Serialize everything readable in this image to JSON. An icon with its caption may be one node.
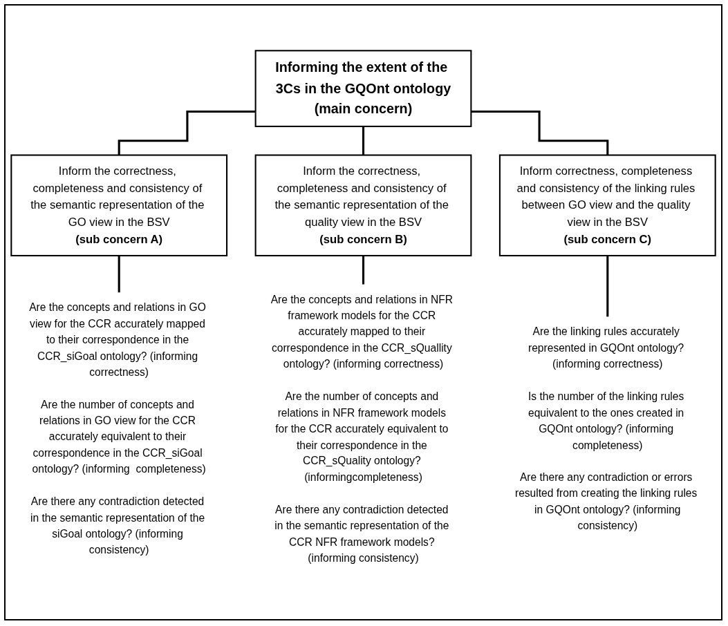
{
  "diagram": {
    "nodes": [
      {
        "text": [
          "Informing the extent of the 3Cs in the GQOnt ontology",
          "(main concern)"
        ]
      },
      {
        "text": [
          "Inform the correctness, completeness and consistency of the semantic representation of the GO view in the BSV",
          "(sub concern A)"
        ]
      },
      {
        "text": [
          "Inform the correctness, completeness and consistency of the semantic representation of the quality view in the BSV",
          "(sub concern B)"
        ]
      },
      {
        "text": [
          "Inform correctness, completeness and consistency of the linking rules between GO view and the quality view in the BSV",
          "(sub concern C)"
        ]
      },
      {
        "text": [
          "Are the concepts and relations in GO view for the CCR accurately mapped to their correspondence in the CCR_siGoal ontology? (informing correctness)",
          "Are the number of concepts and relations in GO view for the CCR accurately equivalent to their correspondence in the CCR_siGoal ontology? (informing  completeness)",
          "Are there any contradiction detected in the semantic representation of the siGoal ontology? (informing consistency)"
        ]
      },
      {
        "text": [
          "Are the concepts and relations in NFR framework models for the CCR accurately mapped to their correspondence in the CCR_sQuallity ontology? (informing correctness)",
          "Are the number of concepts and relations in NFR framework models for the CCR accurately equivalent to their correspondence in the CCR_sQuality ontology? (informingcompleteness)",
          "Are there any contradiction detected in the semantic representation of the CCR NFR framework models? (informing consistency)"
        ]
      },
      {
        "text": [
          "Are the linking rules accurately represented in GQOnt ontology? (informing correctness)",
          "Is the number of the linking rules equivalent to the ones created in GQOnt ontology? (informing completeness)",
          "Are there any contradiction or errors resulted from creating the linking rules  in GQOnt ontology? (informing consistency)"
        ]
      }
    ],
    "edges": [
      {
        "from": 0,
        "to": 1,
        "arrow": "none"
      },
      {
        "from": 0,
        "to": 2,
        "arrow": "none"
      },
      {
        "from": 0,
        "to": 3,
        "arrow": "none"
      },
      {
        "from": 1,
        "to": 4,
        "arrow": "none"
      },
      {
        "from": 2,
        "to": 5,
        "arrow": "none"
      },
      {
        "from": 3,
        "to": 6,
        "arrow": "none"
      }
    ]
  }
}
